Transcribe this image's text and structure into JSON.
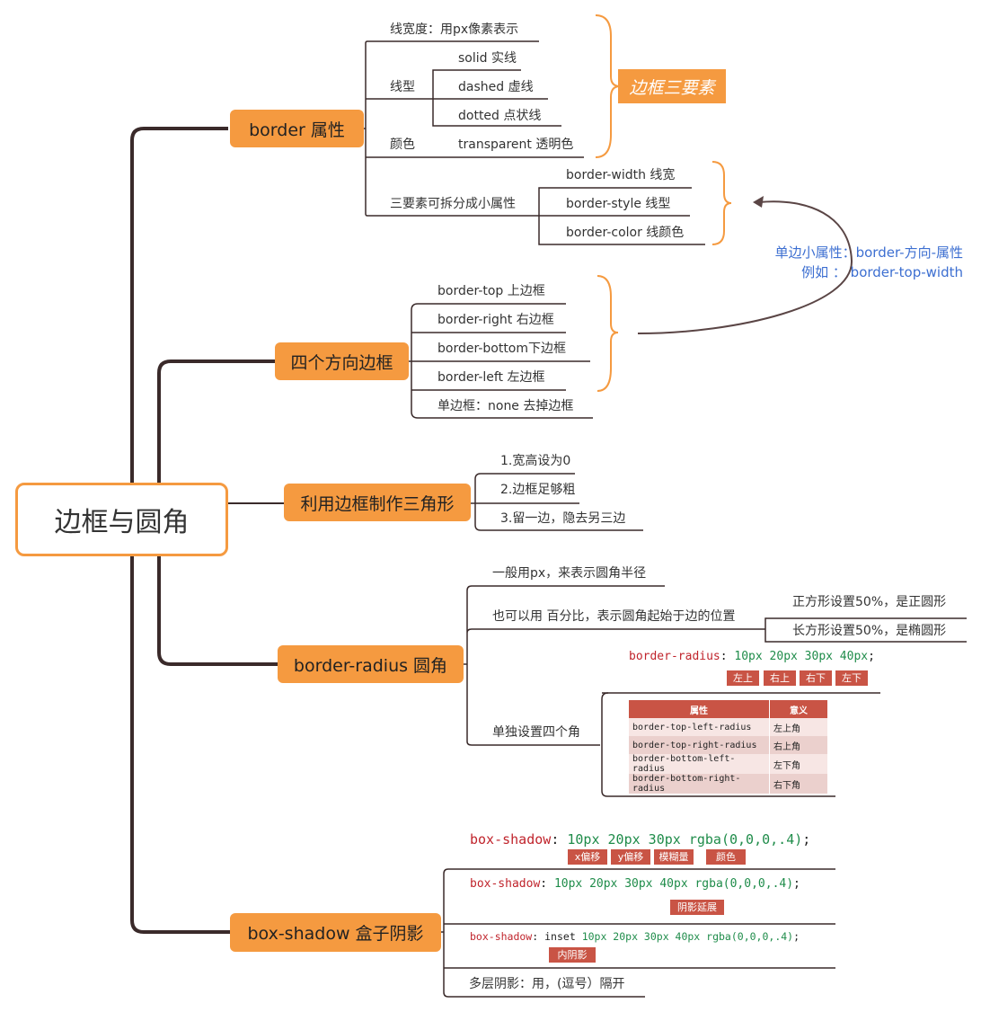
{
  "root": {
    "label": "边框与圆角"
  },
  "branches": {
    "border": {
      "label": "border 属性",
      "width_item": "线宽度：用px像素表示",
      "style_label": "线型",
      "style_items": [
        "solid 实线",
        "dashed 虚线",
        "dotted 点状线"
      ],
      "color_label": "颜色",
      "color_item": "transparent 透明色",
      "callout": "边框三要素",
      "split_label": "三要素可拆分成小属性",
      "split_items": [
        "border-width 线宽",
        "border-style 线型",
        "border-color 线颜色"
      ]
    },
    "sides": {
      "label": "四个方向边框",
      "items": [
        "border-top 上边框",
        "border-right 右边框",
        "border-bottom下边框",
        "border-left 左边框",
        "单边框：none 去掉边框"
      ],
      "note_line1": "单边小属性：border-方向-属性",
      "note_line2": "例如 ： border-top-width"
    },
    "triangle": {
      "label": "利用边框制作三角形",
      "items": [
        "1.宽高设为0",
        "2.边框足够粗",
        "3.留一边，隐去另三边"
      ]
    },
    "radius": {
      "label": "border-radius 圆角",
      "item1": "一般用px，来表示圆角半径",
      "item2": "也可以用 百分比，表示圆角起始于边的位置",
      "item2_sub": [
        "正方形设置50%，是正圆形",
        "长方形设置50%，是椭圆形"
      ],
      "item3": "单独设置四个角",
      "code_prop": "border-radius",
      "code_colon": ":",
      "code_values": "10px 20px 30px 40px",
      "code_semi": ";",
      "code_tags": [
        "左上",
        "右上",
        "右下",
        "左下"
      ],
      "table_headers": [
        "属性",
        "意义"
      ],
      "table_rows": [
        [
          "border-top-left-radius",
          "左上角"
        ],
        [
          "border-top-right-radius",
          "右上角"
        ],
        [
          "border-bottom-left-radius",
          "左下角"
        ],
        [
          "border-bottom-right-radius",
          "右下角"
        ]
      ]
    },
    "shadow": {
      "label": "box-shadow 盒子阴影",
      "code1_prop": "box-shadow",
      "code1_colon": ":",
      "code1_values": "10px 20px 30px rgba(0,0,0,.4)",
      "code1_semi": ";",
      "code1_tags": [
        "x偏移",
        "y偏移",
        "模糊量",
        "颜色"
      ],
      "code2_prop": "box-shadow",
      "code2_colon": ":",
      "code2_values": "10px 20px 30px 40px rgba(0,0,0,.4)",
      "code2_semi": ";",
      "code2_tag": "阴影延展",
      "code3_prop": "box-shadow",
      "code3_colon": ":",
      "code3_kw": "inset",
      "code3_values": "10px 20px 30px 40px rgba(0,0,0,.4)",
      "code3_semi": ";",
      "code3_tag": "内阴影",
      "item4": "多层阴影：用，(逗号）隔开"
    }
  },
  "colors": {
    "node": "#f59a40",
    "line": "#3a2a2a",
    "note": "#3d6fd1",
    "tag": "#c95445",
    "code_prop": "#c0242c",
    "code_value": "#1f8c4a"
  }
}
